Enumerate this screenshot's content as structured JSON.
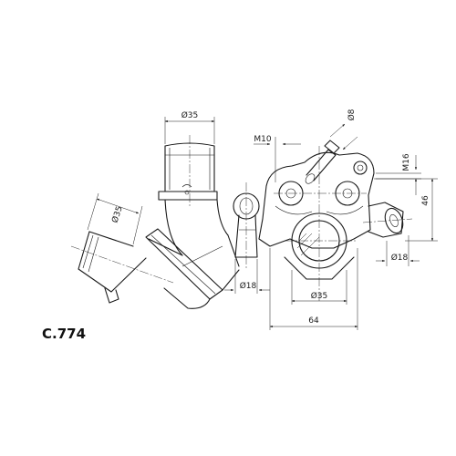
{
  "drawing": {
    "part_code": "C.774",
    "dimensions": {
      "inlet_top_diameter": "Ø35",
      "thread_left": "M10",
      "small_pipe_diameter": "Ø8",
      "thread_right": "M16",
      "height_right": "46",
      "left_pipe_diameter": "Ø35",
      "bottom_pipe_diameter": "Ø18",
      "right_pipe_diameter": "Ø18",
      "outlet_diameter": "Ø35",
      "overall_width": "64"
    }
  }
}
